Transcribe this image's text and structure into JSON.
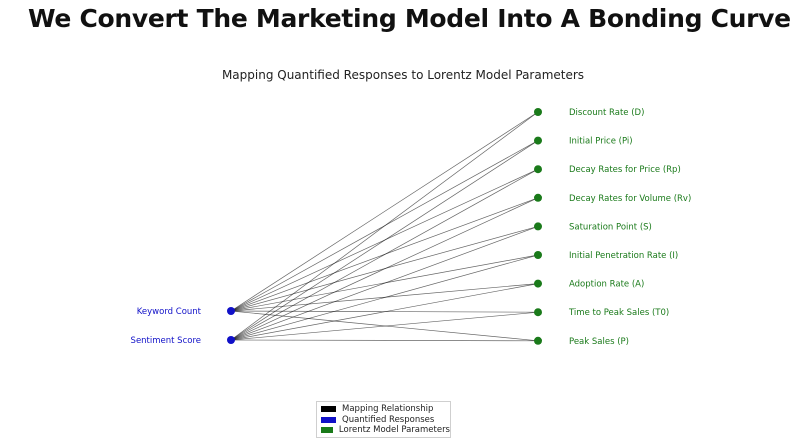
{
  "page_title": "We Convert The Marketing Model Into A Bonding Curve",
  "diagram": {
    "title": "Mapping Quantified Responses to Lorentz Model Parameters",
    "sources": [
      "Keyword Count",
      "Sentiment Score"
    ],
    "targets": [
      "Discount Rate (D)",
      "Initial Price (Pi)",
      "Decay Rates for Price (Rp)",
      "Decay Rates for Volume (Rv)",
      "Saturation Point (S)",
      "Initial Penetration Rate (I)",
      "Adoption Rate (A)",
      "Time to Peak Sales (T0)",
      "Peak Sales (P)"
    ],
    "edges": "all-to-all",
    "colors": {
      "source": "#1010c8",
      "target": "#1a7a1a",
      "edge": "#000000"
    }
  },
  "legend": {
    "items": [
      {
        "label": "Mapping Relationship",
        "color": "#000000"
      },
      {
        "label": "Quantified Responses",
        "color": "#1010c8"
      },
      {
        "label": "Lorentz Model Parameters",
        "color": "#1a7a1a"
      }
    ]
  }
}
